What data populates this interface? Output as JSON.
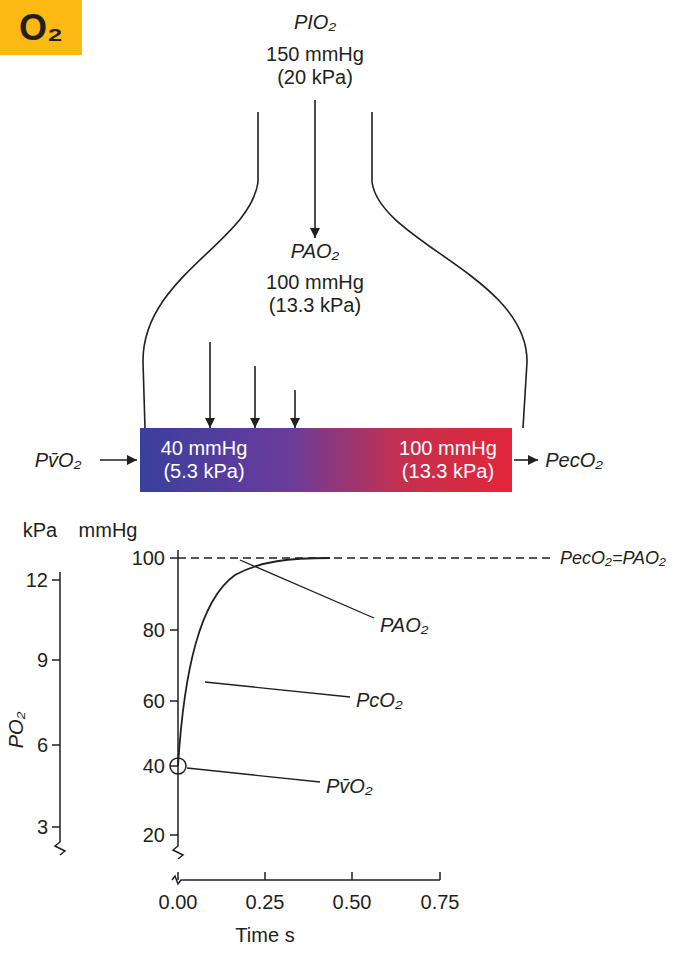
{
  "diagram": {
    "nodes": [
      {
        "text": [
          "O₂"
        ]
      },
      {
        "text": [
          "PAO₂",
          "100 mmHg (13.3 kPa)"
        ]
      },
      {
        "text": [
          "40 mmHg (5.3 kPa)",
          "100 mmHg (13.3 kPa)"
        ]
      }
    ],
    "edges": [
      {
        "from": 1,
        "to": 2,
        "arrow": "to"
      },
      {
        "from": 1,
        "to": 2,
        "arrow": "to"
      },
      {
        "from": 1,
        "to": 2,
        "arrow": "to"
      }
    ],
    "labels": [
      "PIO₂",
      "150 mmHg (20 kPa)",
      "Pv̄O₂",
      "PecO₂",
      "kPa",
      "mmHg",
      "12",
      "9",
      "6",
      "3",
      "100",
      "80",
      "60",
      "40",
      "20",
      "PO₂",
      "0.00",
      "0.25",
      "0.50",
      "0.75",
      "Time s",
      "PecO₂=PAO₂",
      "PAO₂",
      "PcO₂",
      "Pv̄O₂"
    ]
  }
}
